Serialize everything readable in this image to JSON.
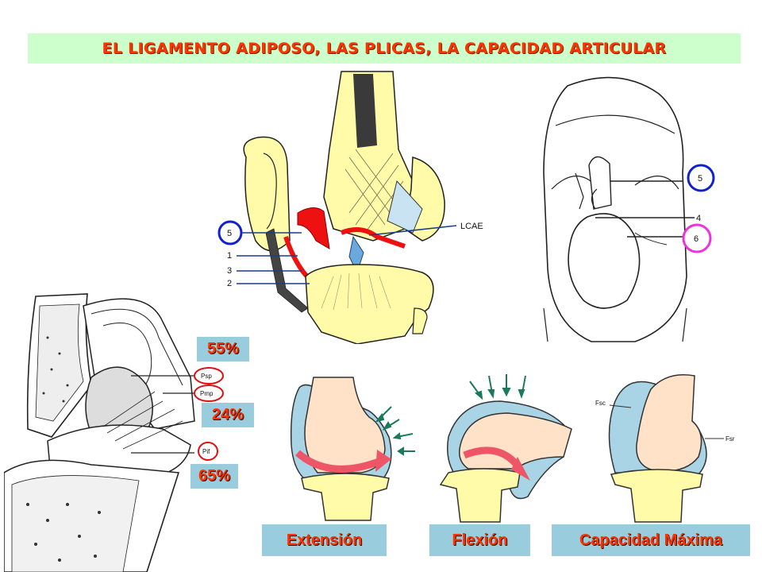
{
  "title": "EL LIGAMENTO ADIPOSO, LAS PLICAS, LA CAPACIDAD ARTICULAR",
  "colors": {
    "title_bg": "#ccffcc",
    "title_text": "#ff3300",
    "label_bg": "#99ccdd",
    "bone": "#fffba8",
    "ligament_red": "#ee1111",
    "ligament_blue": "#99ccee",
    "circle_blue": "#1122cc",
    "circle_magenta": "#ee33dd",
    "capsule": "#a8d4e6",
    "cartilage": "#ffe2c8"
  },
  "knee_3d": {
    "labels": [
      "5",
      "1",
      "3",
      "2"
    ],
    "lcae": "LCAE"
  },
  "front_view": {
    "labels": [
      "5",
      "4",
      "6"
    ]
  },
  "sagittal": {
    "labels": [
      "Psp",
      "Pmp",
      "Pif"
    ],
    "percentages": [
      "55%",
      "24%",
      "65%"
    ]
  },
  "capsule_diagrams": {
    "fsc": "Fsc",
    "fsr": "Fsr",
    "captions": [
      "Extensión",
      "Flexión",
      "Capacidad Máxima"
    ]
  }
}
